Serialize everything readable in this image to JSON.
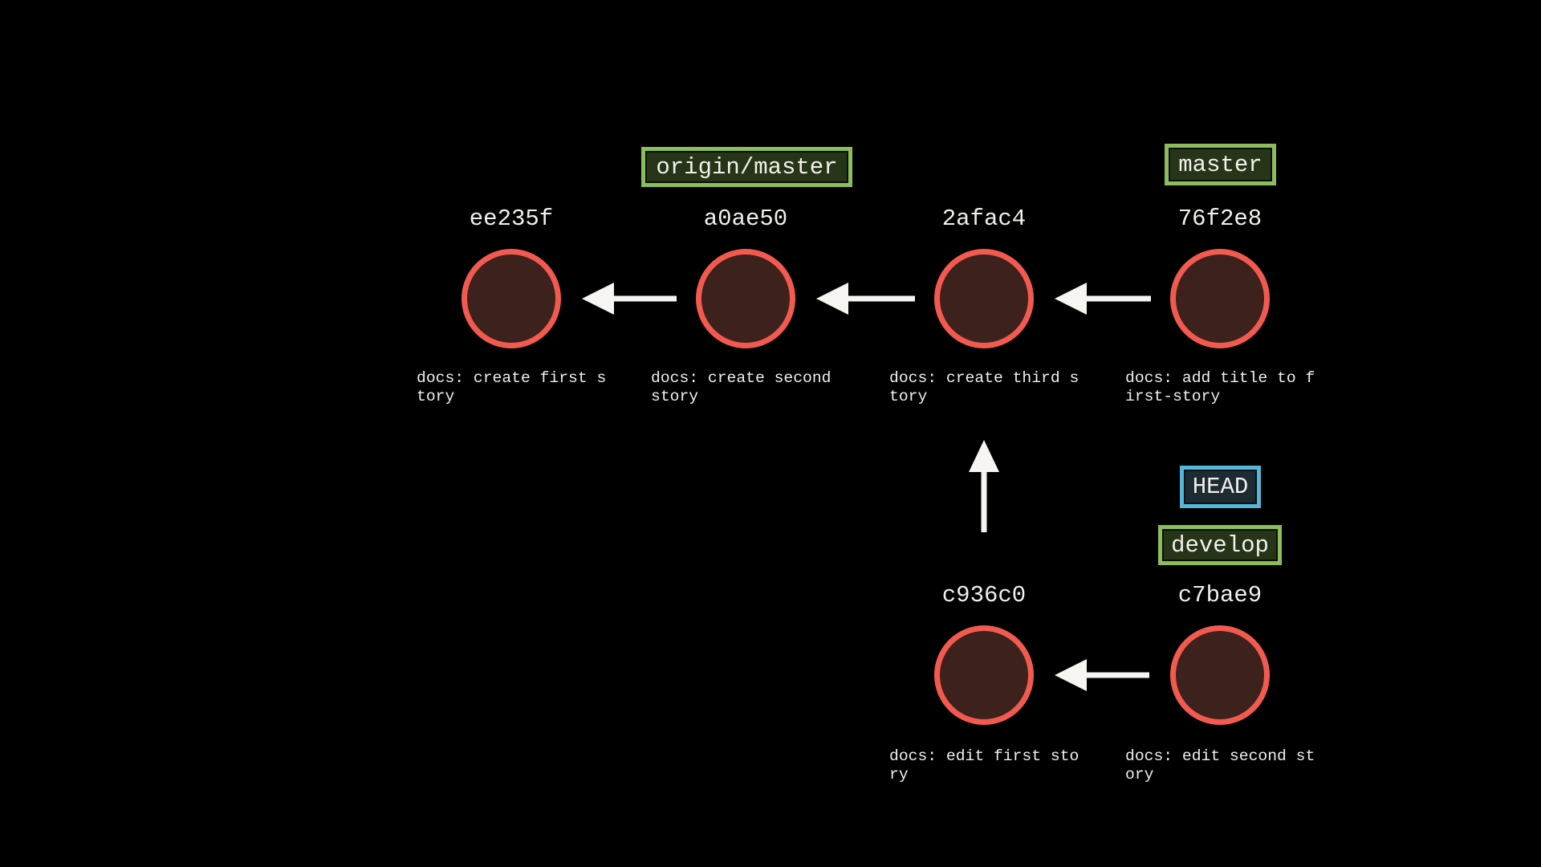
{
  "colors": {
    "background": "#000000",
    "commit_fill": "#3d211d",
    "commit_border": "#f25a50",
    "arrow": "#f6f5f1",
    "text": "#f2f0eb",
    "branch_border": "#8dbd5a",
    "branch_fill": "#263418",
    "head_border": "#54b6d8",
    "head_fill": "#1d2b33"
  },
  "branch_labels": {
    "origin_master": "origin/master",
    "master": "master",
    "head": "HEAD",
    "develop": "develop"
  },
  "commits": [
    {
      "hash": "ee235f",
      "message": "docs: create first s\ntory",
      "refs": []
    },
    {
      "hash": "a0ae50",
      "message": "docs: create second\nstory",
      "refs": [
        "origin/master"
      ]
    },
    {
      "hash": "2afac4",
      "message": "docs: create third s\ntory",
      "refs": []
    },
    {
      "hash": "76f2e8",
      "message": "docs: add title to f\nirst-story",
      "refs": [
        "master"
      ]
    },
    {
      "hash": "c936c0",
      "message": "docs: edit first sto\nry",
      "refs": []
    },
    {
      "hash": "c7bae9",
      "message": "docs: edit second st\nory",
      "refs": [
        "HEAD",
        "develop"
      ]
    }
  ],
  "edges": [
    {
      "from": "a0ae50",
      "to": "ee235f"
    },
    {
      "from": "2afac4",
      "to": "a0ae50"
    },
    {
      "from": "76f2e8",
      "to": "2afac4"
    },
    {
      "from": "c7bae9",
      "to": "c936c0"
    },
    {
      "from": "c936c0",
      "to": "2afac4"
    }
  ]
}
